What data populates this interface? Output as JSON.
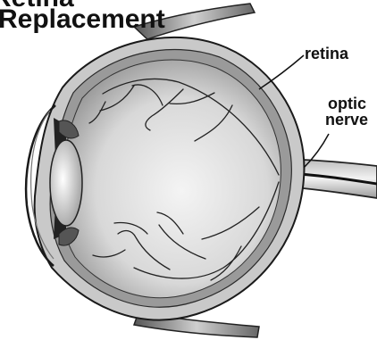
{
  "title_lines": [
    "Retina",
    "Replacement"
  ],
  "labels": {
    "retina": "retina",
    "optic_nerve_line1": "optic",
    "optic_nerve_line2": "nerve"
  }
}
